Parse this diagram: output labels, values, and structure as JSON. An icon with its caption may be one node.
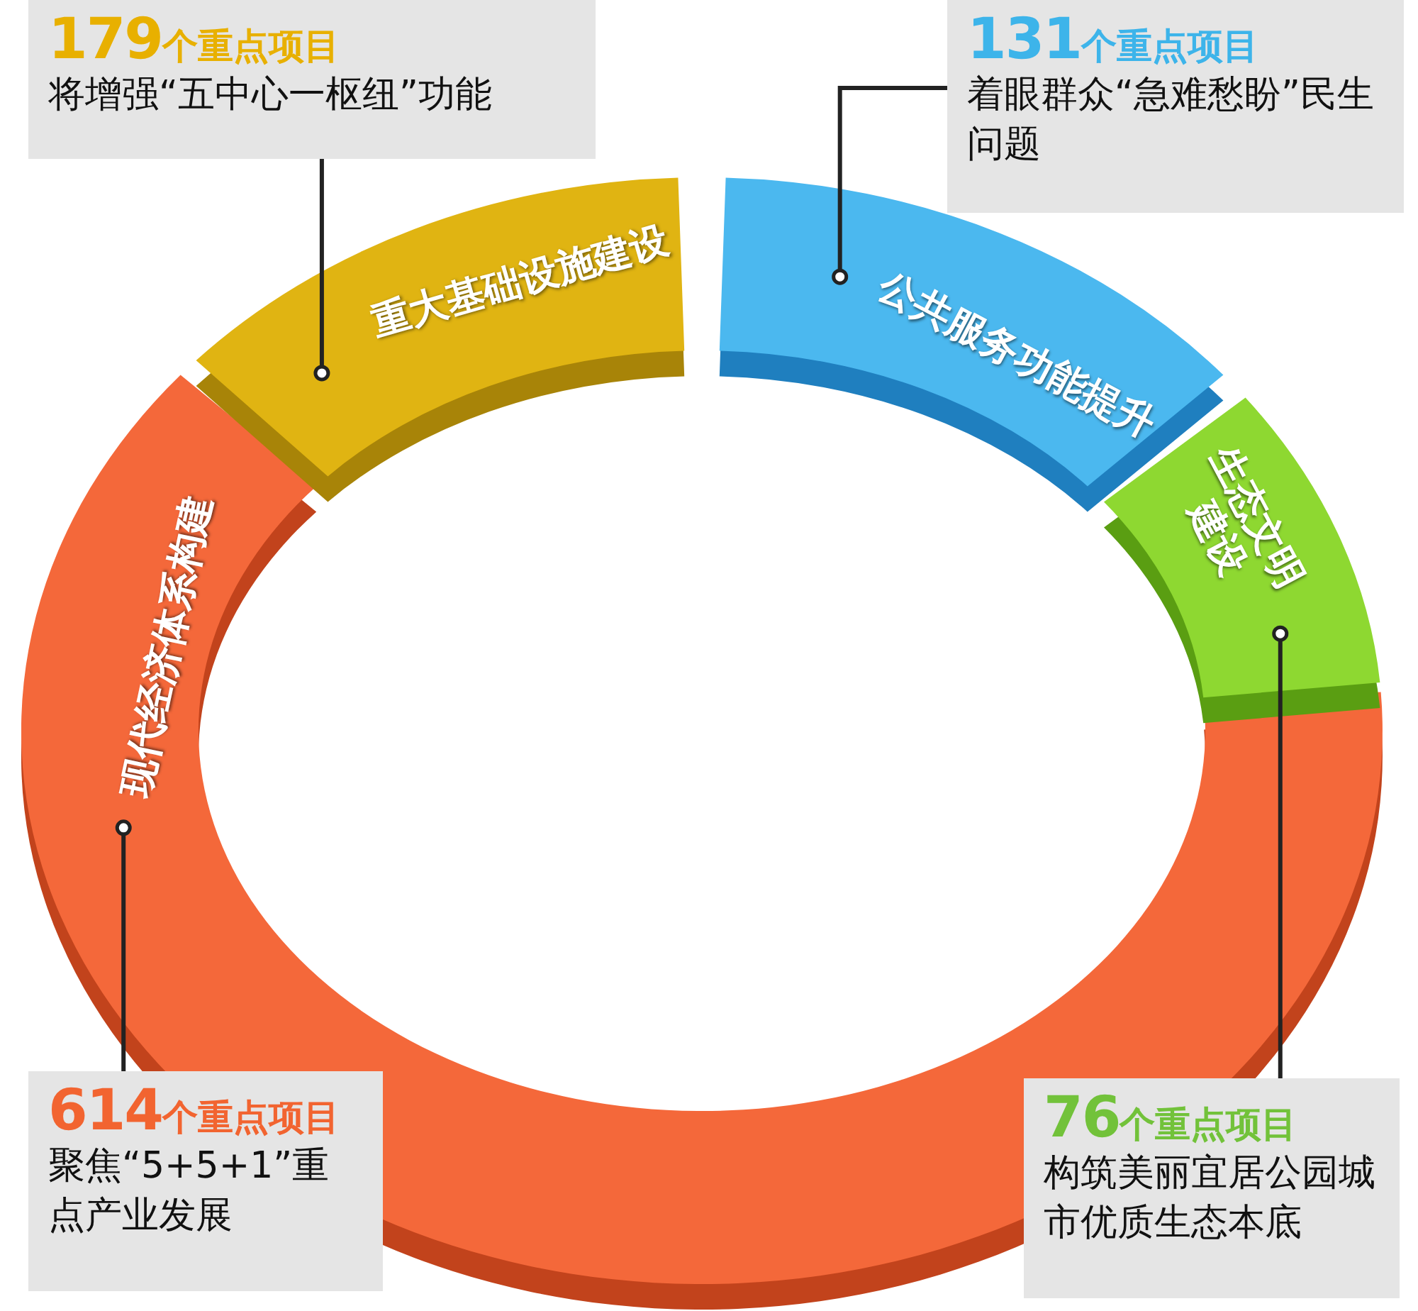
{
  "diagram": {
    "nodes": [
      {
        "text": [
          "现代经济体系构建"
        ]
      },
      {
        "text": [
          "重大基础设施建设"
        ]
      },
      {
        "text": [
          "公共服务功能提升"
        ]
      },
      {
        "text": [
          "生态文明建设"
        ]
      },
      {
        "text": [
          "**179**个重点项目",
          "将增强“五中心一枢纽”功能"
        ]
      },
      {
        "text": [
          "**131**个重点项目",
          "着眼群众“急难愁盼”民生问题"
        ]
      },
      {
        "text": [
          "**614**个重点项目",
          "聚焦“5+5+1”重点产业发展"
        ]
      },
      {
        "text": [
          "**76**个重点项目",
          "构筑美丽宜居公园城市优质生态本底"
        ]
      }
    ],
    "edges": [
      {
        "from": 4,
        "to": 1,
        "arrow": "other"
      },
      {
        "from": 5,
        "to": 2,
        "arrow": "other"
      },
      {
        "from": 6,
        "to": 0,
        "arrow": "other"
      },
      {
        "from": 7,
        "to": 3,
        "arrow": "other"
      }
    ]
  }
}
